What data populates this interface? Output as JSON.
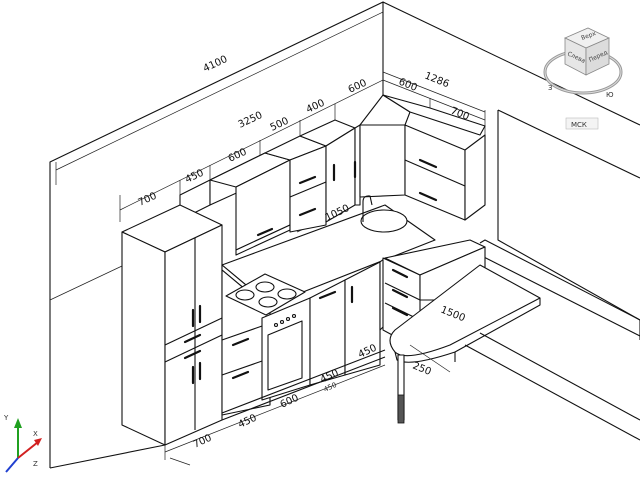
{
  "dimensions": {
    "overall_top": "4100",
    "upper_run": "3250",
    "right_run": "1286",
    "seg_700_left": "700",
    "seg_450": "450",
    "seg_600": "600",
    "seg_500": "500",
    "seg_400": "400",
    "seg_600b": "600",
    "corner_600": "600",
    "corner_700": "700",
    "sink_height": "1050",
    "bar_length": "1500",
    "bottom_700": "700",
    "bottom_450": "450",
    "bottom_600": "600",
    "bottom_450b": "450",
    "bottom_450c": "450",
    "bar_250": "250",
    "bottom_small_label": "450"
  },
  "viewcube": {
    "top_label": "Верх",
    "left_label": "Слева",
    "front_label": "Перед",
    "ring_label": "З",
    "ring_label_2": "Ю",
    "wcs_label": "МСК"
  },
  "ucs": {
    "x_label": "X",
    "y_label": "Y",
    "z_label": "Z"
  },
  "colors": {
    "background": "#ffffff",
    "line": "#111111",
    "ucs_x": "#d22020",
    "ucs_y": "#20a020",
    "ucs_z": "#2040d0"
  }
}
